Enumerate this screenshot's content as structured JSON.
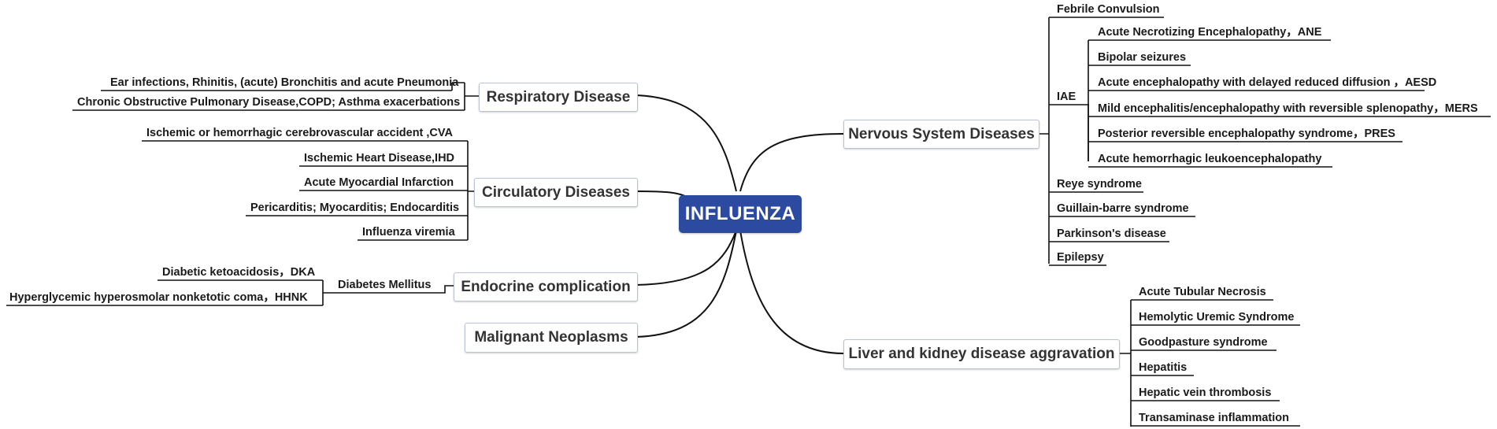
{
  "central": "INFLUENZA",
  "topics": {
    "respiratory": "Respiratory Disease",
    "circulatory": "Circulatory Diseases",
    "endocrine": "Endocrine complication",
    "neoplasms": "Malignant Neoplasms",
    "nervous": "Nervous System Diseases",
    "liver": "Liver and kidney disease aggravation"
  },
  "respiratory_items": [
    "Ear infections, Rhinitis, (acute) Bronchitis and acute Pneumonia",
    "Chronic Obstructive Pulmonary Disease,COPD; Asthma exacerbations"
  ],
  "circulatory_items": [
    "Ischemic or hemorrhagic cerebrovascular accident ,CVA",
    "Ischemic Heart Disease,IHD",
    "Acute Myocardial Infarction",
    "Pericarditis; Myocarditis; Endocarditis",
    "Influenza viremia"
  ],
  "endocrine": {
    "subtopic": "Diabetes Mellitus",
    "items": [
      "Diabetic ketoacidosis，DKA",
      "Hyperglycemic hyperosmolar nonketotic coma，HHNK"
    ]
  },
  "nervous": {
    "febrile": "Febrile Convulsion",
    "iae": "IAE",
    "iae_items": [
      "Acute Necrotizing Encephalopathy，ANE",
      "Bipolar seizures",
      "Acute encephalopathy with delayed reduced diffusion ，AESD",
      "Mild encephalitis/encephalopathy with reversible splenopathy，MERS",
      "Posterior reversible encephalopathy syndrome，PRES",
      "Acute hemorrhagic leukoencephalopathy"
    ],
    "others": [
      "Reye syndrome",
      "Guillain-barre syndrome",
      "Parkinson's disease",
      "Epilepsy"
    ]
  },
  "liver_items": [
    "Acute Tubular Necrosis",
    "Hemolytic Uremic Syndrome",
    "Goodpasture syndrome",
    "Hepatitis",
    "Hepatic vein thrombosis",
    "Transaminase inflammation"
  ]
}
